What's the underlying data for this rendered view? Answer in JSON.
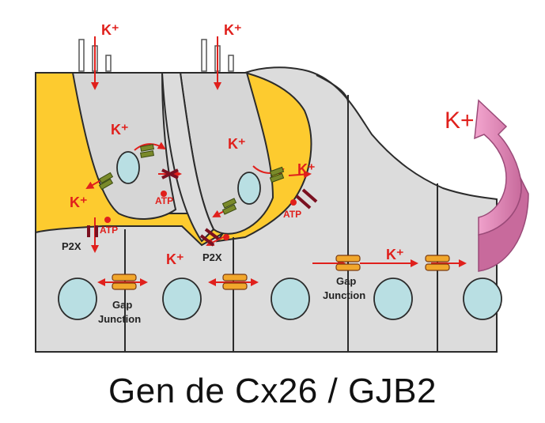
{
  "labels": {
    "k_plus": "K⁺",
    "k_plus_plain": "K+",
    "atp": "ATP",
    "p2x": "P2X",
    "gap_line1": "Gap",
    "gap_line2": "Junction"
  },
  "caption": "Gen de Cx26 / GJB2",
  "colors": {
    "support_cell": "#dcdcdc",
    "hair_cell": "#d6d6d6",
    "outer_cell": "#fdcb2f",
    "nucleus": "#b9dfe3",
    "outline": "#2b2b2b",
    "ion_arrow": "#e0201c",
    "connexon": "#f1a72c",
    "big_arrow": "#e88bbd"
  },
  "icons": [
    "hair-bundle-icon",
    "channel-icon",
    "gap-junction-icon",
    "receptor-icon",
    "curved-arrow-icon"
  ]
}
